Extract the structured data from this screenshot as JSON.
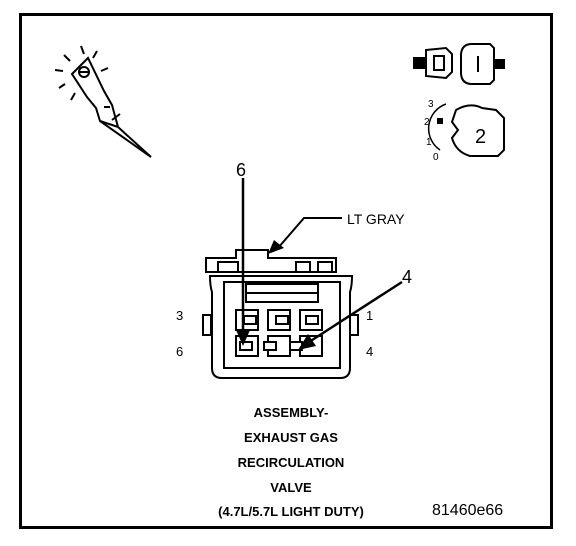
{
  "connector_color_label": "LT GRAY",
  "callouts": {
    "top": "6",
    "right": "4"
  },
  "pin_labels": {
    "upper_left": "3",
    "lower_left": "6",
    "upper_right": "1",
    "lower_right": "4"
  },
  "title_lines": [
    "ASSEMBLY-",
    "EXHAUST GAS",
    "RECIRCULATION",
    "VALVE",
    "(4.7L/5.7L LIGHT DUTY)"
  ],
  "figure_id": "81460e66",
  "meter_icon": {
    "scale": [
      "3",
      "2",
      "1",
      "0"
    ],
    "setting": "2"
  }
}
